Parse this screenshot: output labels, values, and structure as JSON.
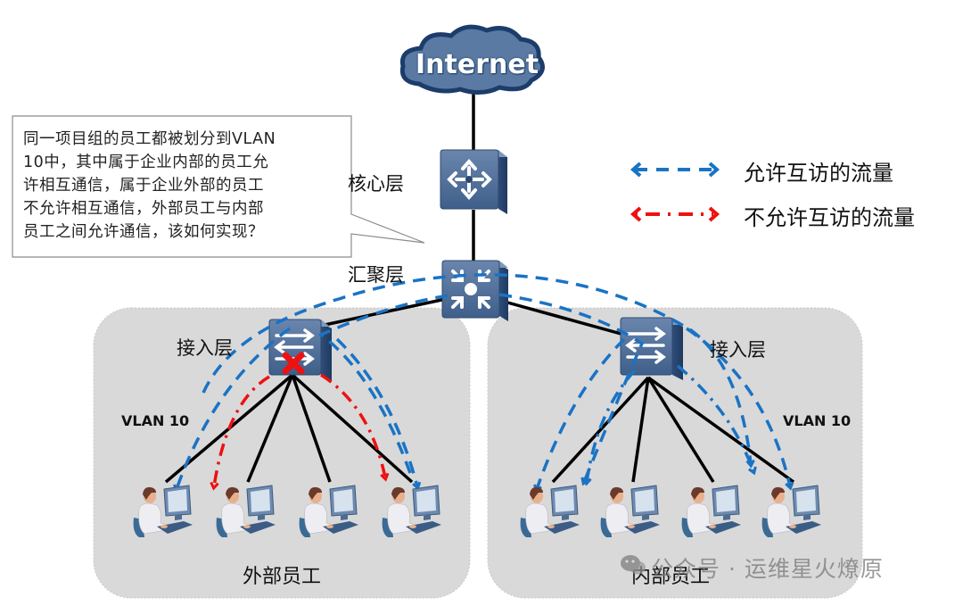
{
  "callout": {
    "lines": [
      "同一项目组的员工都被划分到VLAN",
      "10中，其中属于企业内部的员工允",
      "许相互通信，属于企业外部的员工",
      "不允许相互通信，外部员工与内部",
      "员工之间允许通信，该如何实现？"
    ]
  },
  "internet": {
    "label": "Internet"
  },
  "layers": {
    "core": "核心层",
    "aggregation": "汇聚层",
    "access_left": "接入层",
    "access_right": "接入层"
  },
  "vlans": {
    "left": "VLAN 10",
    "right": "VLAN 10"
  },
  "groups": {
    "left": "外部员工",
    "right": "内部员工"
  },
  "legend": {
    "allowed": {
      "label": "允许互访的流量",
      "color": "#1a73c4"
    },
    "denied": {
      "label": "不允许互访的流量",
      "color": "#ee1111"
    }
  },
  "watermark": {
    "text": "公众号 · 运维星火燎原",
    "icon": "wechat-icon"
  },
  "colors": {
    "device": "#4a6a94",
    "device_dark": "#2b4670",
    "cloud": "#5a7aa3",
    "group_bg": "#d9d9d9",
    "link": "#000000"
  },
  "topology": {
    "left_group_hosts": 4,
    "right_group_hosts": 4
  }
}
